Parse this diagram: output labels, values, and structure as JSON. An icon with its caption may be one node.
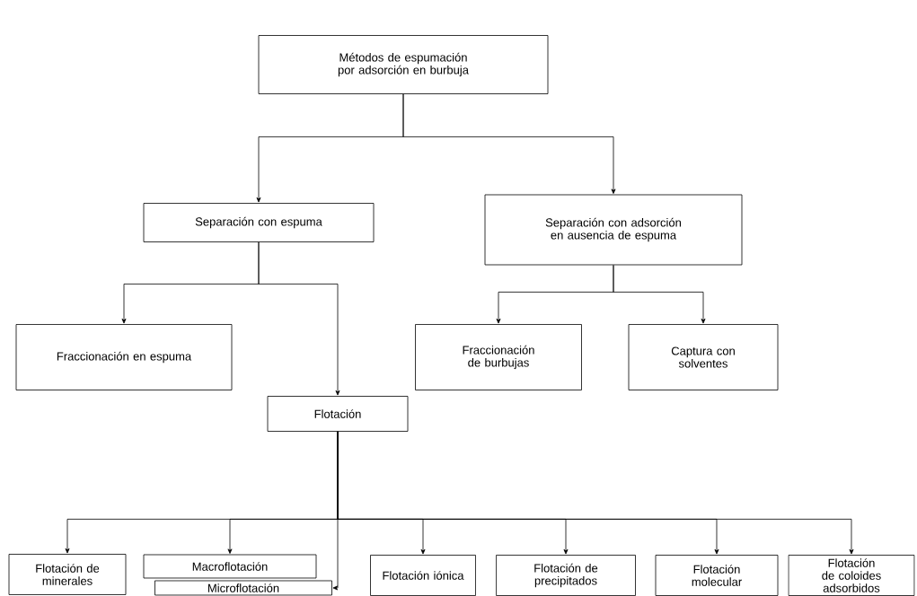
{
  "diagram": {
    "nodes": [
      {
        "text": [
          "Métodos de espumación por adsorción en burbuja"
        ]
      },
      {
        "text": [
          "Separación con espuma"
        ]
      },
      {
        "text": [
          "Separación con adsorción en ausencia de espuma"
        ]
      },
      {
        "text": [
          "Fraccionación en espuma"
        ]
      },
      {
        "text": [
          "Fraccionación de burbujas"
        ]
      },
      {
        "text": [
          "Captura con solventes"
        ]
      },
      {
        "text": [
          "Flotación"
        ]
      },
      {
        "text": [
          "Flotación de minerales"
        ]
      },
      {
        "text": [
          "Macroflotación"
        ]
      },
      {
        "text": [
          "Microflotación"
        ]
      },
      {
        "text": [
          "Flotación iónica"
        ]
      },
      {
        "text": [
          "Flotación de precipitados"
        ]
      },
      {
        "text": [
          "Flotación molecular"
        ]
      },
      {
        "text": [
          "Flotación de coloides adsorbidos"
        ]
      }
    ],
    "edges": [
      {
        "from": 0,
        "to": 1,
        "arrow": "to"
      },
      {
        "from": 0,
        "to": 2,
        "arrow": "to"
      },
      {
        "from": 1,
        "to": 3,
        "arrow": "to"
      },
      {
        "from": 1,
        "to": 6,
        "arrow": "to"
      },
      {
        "from": 2,
        "to": 4,
        "arrow": "to"
      },
      {
        "from": 2,
        "to": 5,
        "arrow": "to"
      },
      {
        "from": 6,
        "to": 7,
        "arrow": "to"
      },
      {
        "from": 6,
        "to": 8,
        "arrow": "to"
      },
      {
        "from": 6,
        "to": 9,
        "arrow": "to"
      },
      {
        "from": 6,
        "to": 10,
        "arrow": "to"
      },
      {
        "from": 6,
        "to": 11,
        "arrow": "to"
      },
      {
        "from": 6,
        "to": 12,
        "arrow": "to"
      },
      {
        "from": 6,
        "to": 13,
        "arrow": "to"
      }
    ]
  }
}
